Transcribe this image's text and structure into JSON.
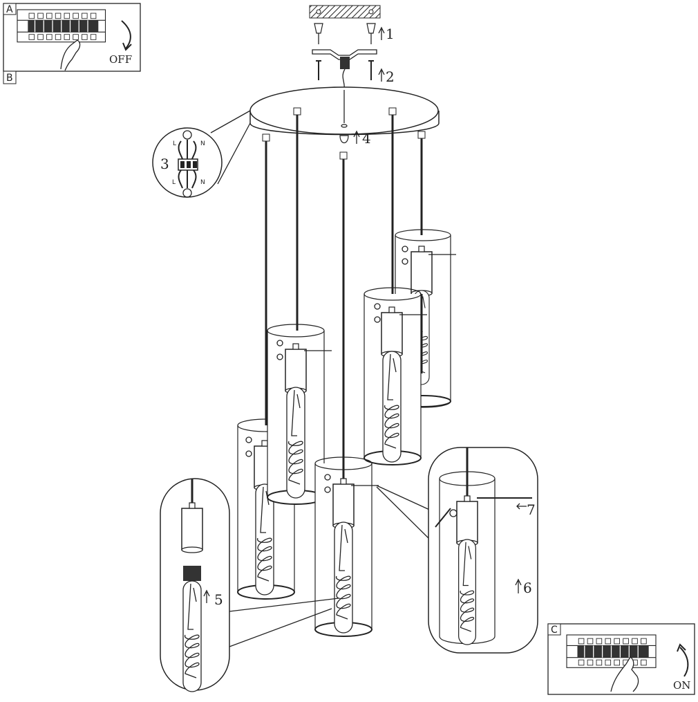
{
  "panels": {
    "a": {
      "tag": "A",
      "state_label": "OFF"
    },
    "b": {
      "tag": "B"
    },
    "c": {
      "tag": "C",
      "state_label": "ON"
    }
  },
  "steps": {
    "s1": "1",
    "s2": "2",
    "s3": "3",
    "s4": "4",
    "s5": "5",
    "s6": "6",
    "s7": "7"
  },
  "wiring": {
    "live": "L",
    "neutral": "N"
  },
  "icons": [
    "hatched-ceiling",
    "wall-plug-icon",
    "screw-icon",
    "arrow-up-icon",
    "rotate-arrow-icon",
    "hand-icon",
    "breaker-panel-icon",
    "ground-icon",
    "terminal-block-icon"
  ]
}
